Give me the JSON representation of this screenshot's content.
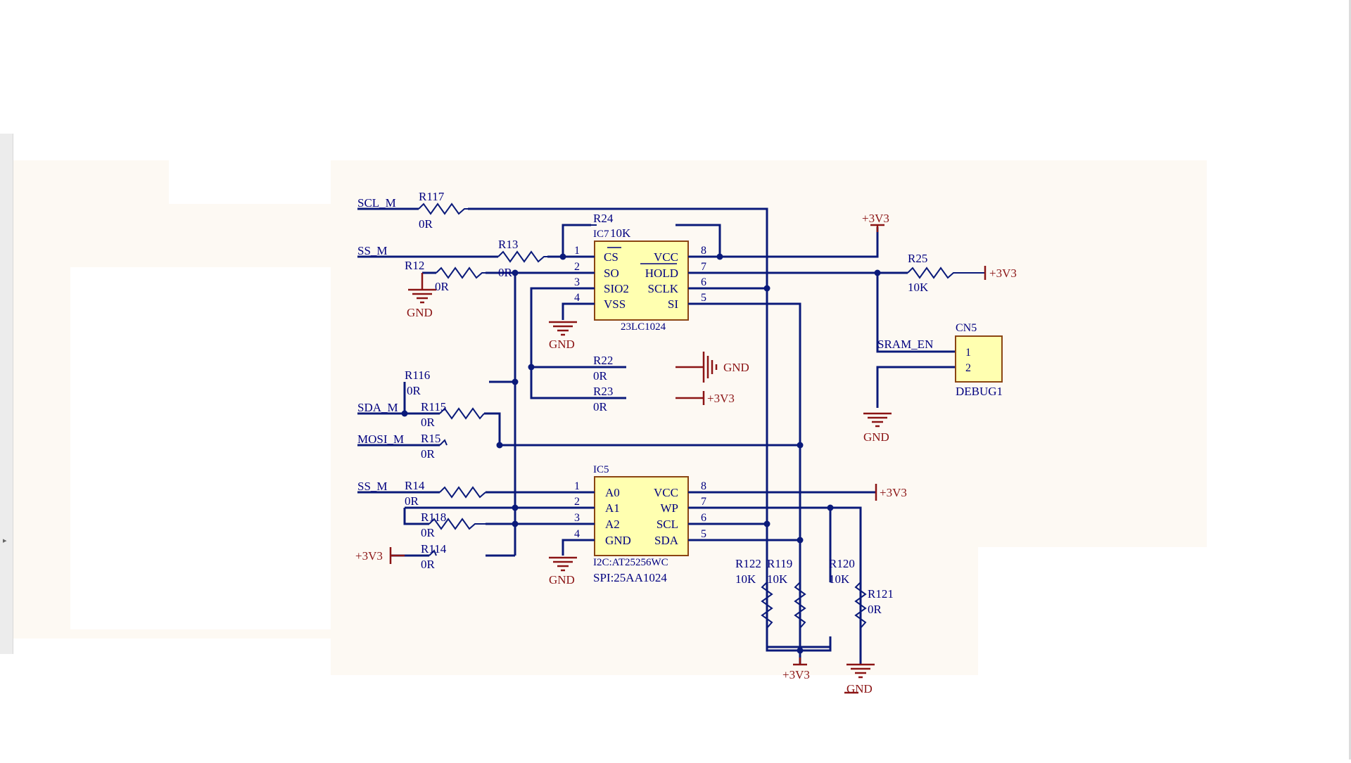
{
  "colors": {
    "wire": "#0a1a7a",
    "part_text": "#00007f",
    "power_text": "#8b1414",
    "power_line": "#8b1414",
    "ic_fill": "#ffffb0",
    "ic_stroke": "#8b4513",
    "sheet": "#fdf9f3"
  },
  "power": {
    "gnd": "GND",
    "v33": "+3V3"
  },
  "nets": {
    "scl_m": "SCL_M",
    "ss_m_top": "SS_M",
    "sda_m": "SDA_M",
    "mosi_m": "MOSI_M",
    "ss_m_bottom": "SS_M",
    "sram_en": "SRAM_EN"
  },
  "resistors": {
    "r117": {
      "ref": "R117",
      "value": "0R"
    },
    "r13": {
      "ref": "R13",
      "value": "0R"
    },
    "r12": {
      "ref": "R12",
      "value": "0R"
    },
    "r24": {
      "ref": "R24",
      "value": "10K"
    },
    "r25": {
      "ref": "R25",
      "value": "10K"
    },
    "r22": {
      "ref": "R22",
      "value": "0R"
    },
    "r23": {
      "ref": "R23",
      "value": "0R"
    },
    "r116": {
      "ref": "R116",
      "value": "0R"
    },
    "r115": {
      "ref": "R115",
      "value": "0R"
    },
    "r15": {
      "ref": "R15",
      "value": "0R"
    },
    "r14": {
      "ref": "R14",
      "value": "0R"
    },
    "r118": {
      "ref": "R118",
      "value": "0R"
    },
    "r114": {
      "ref": "R114",
      "value": "0R"
    },
    "r122": {
      "ref": "R122",
      "value": "10K"
    },
    "r119": {
      "ref": "R119",
      "value": "10K"
    },
    "r120": {
      "ref": "R120",
      "value": "10K"
    },
    "r121": {
      "ref": "R121",
      "value": "0R"
    }
  },
  "ic7": {
    "ref": "IC7",
    "part": "23LC1024",
    "left_pins": [
      {
        "num": "1",
        "name": "CS"
      },
      {
        "num": "2",
        "name": "SO"
      },
      {
        "num": "3",
        "name": "SIO2"
      },
      {
        "num": "4",
        "name": "VSS"
      }
    ],
    "right_pins": [
      {
        "num": "8",
        "name": "VCC"
      },
      {
        "num": "7",
        "name": "HOLD"
      },
      {
        "num": "6",
        "name": "SCLK"
      },
      {
        "num": "5",
        "name": "SI"
      }
    ]
  },
  "ic5": {
    "ref": "IC5",
    "part_line1": "I2C:AT25256WC",
    "part_line2": "SPI:25AA1024",
    "left_pins": [
      {
        "num": "1",
        "name": "A0"
      },
      {
        "num": "2",
        "name": "A1"
      },
      {
        "num": "3",
        "name": "A2"
      },
      {
        "num": "4",
        "name": "GND"
      }
    ],
    "right_pins": [
      {
        "num": "8",
        "name": "VCC"
      },
      {
        "num": "7",
        "name": "WP"
      },
      {
        "num": "6",
        "name": "SCL"
      },
      {
        "num": "5",
        "name": "SDA"
      }
    ]
  },
  "cn5": {
    "ref": "CN5",
    "value": "DEBUG1",
    "pins": [
      "1",
      "2"
    ]
  }
}
